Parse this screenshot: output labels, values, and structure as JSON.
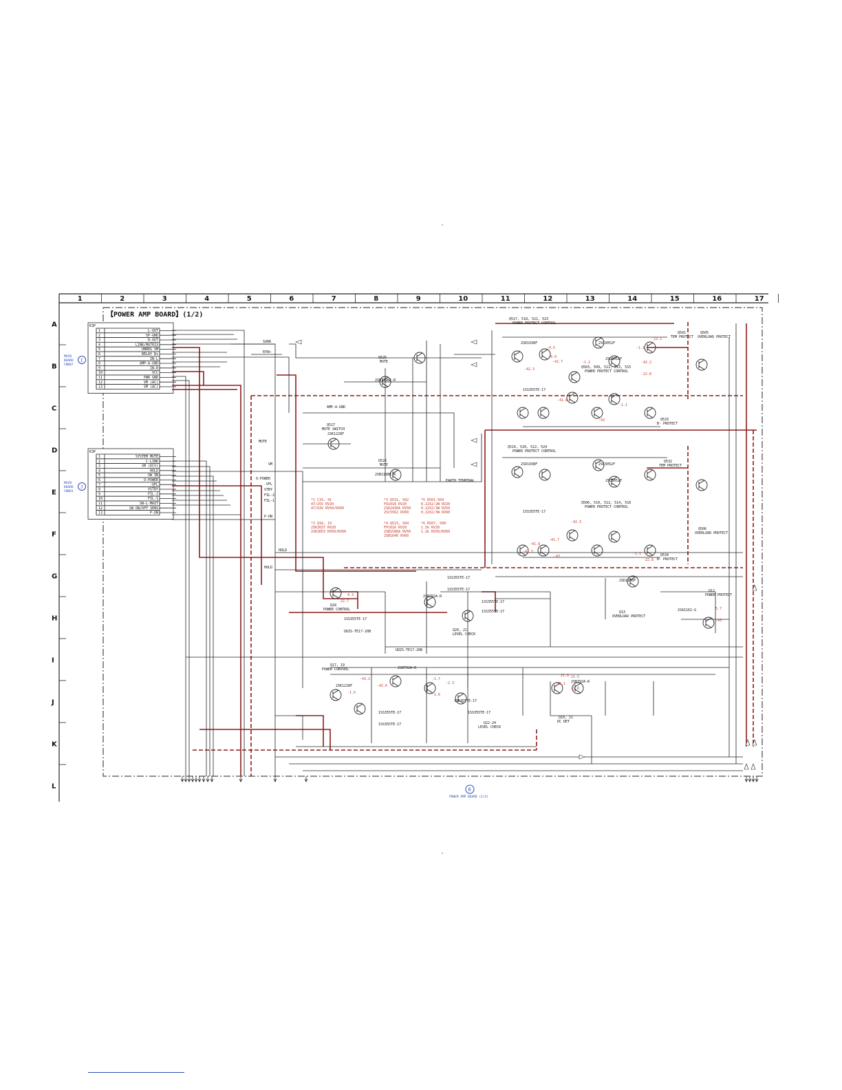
{
  "board_title": "【POWER AMP BOARD】(1/2)",
  "columns": [
    "1",
    "2",
    "3",
    "4",
    "5",
    "6",
    "7",
    "8",
    "9",
    "10",
    "11",
    "12",
    "13",
    "14",
    "15",
    "16",
    "17"
  ],
  "rows": [
    "A",
    "B",
    "C",
    "D",
    "E",
    "F",
    "G",
    "H",
    "I",
    "J",
    "K",
    "L"
  ],
  "connectors": [
    {
      "ref": "I",
      "label": "MAIN BOARD CN807",
      "header": "K3P",
      "pins": [
        {
          "n": "1",
          "name": "L-OUT"
        },
        {
          "n": "2",
          "name": "SP-GND"
        },
        {
          "n": "3",
          "name": "R-OUT"
        },
        {
          "n": "4",
          "name": "LINK/MATRIX"
        },
        {
          "n": "5",
          "name": "UNREG VM"
        },
        {
          "n": "6",
          "name": "RELAY B+"
        },
        {
          "n": "7",
          "name": "IN-L"
        },
        {
          "n": "8",
          "name": "AMP-A-GND"
        },
        {
          "n": "9",
          "name": "IN-R"
        },
        {
          "n": "10",
          "name": "VCC"
        },
        {
          "n": "11",
          "name": "PWR GND"
        },
        {
          "n": "12",
          "name": "VM (AC)"
        },
        {
          "n": "13",
          "name": "VM (AC)"
        }
      ]
    },
    {
      "ref": "J",
      "label": "MAIN BOARD CN801",
      "header": "K3P",
      "pins": [
        {
          "n": "1",
          "name": "SYSTEM MUTE"
        },
        {
          "n": "2",
          "name": "C-LINK"
        },
        {
          "n": "3",
          "name": "VM (DCV)"
        },
        {
          "n": "4",
          "name": "HOLD"
        },
        {
          "n": "5",
          "name": "SW IN"
        },
        {
          "n": "6",
          "name": "O-POWER"
        },
        {
          "n": "7",
          "name": "-VFL"
        },
        {
          "n": "8",
          "name": "VSTBY"
        },
        {
          "n": "9",
          "name": "FIL-2"
        },
        {
          "n": "10",
          "name": "FIL-1"
        },
        {
          "n": "11",
          "name": "SW-L-MAIT"
        },
        {
          "n": "12",
          "name": "SW ON/OFF SENS"
        },
        {
          "n": "13",
          "name": "P-ON"
        }
      ]
    }
  ],
  "net_labels": [
    "SURR",
    "RYB+",
    "MUTE",
    "VM",
    "O-POWER",
    "-VFL",
    "STBY",
    "FIL-2",
    "FIL-1",
    "P-ON",
    "HOLD",
    "AMP-A-GND",
    "EARTH TERMINAL"
  ],
  "blocks": [
    {
      "ref": "Q517, 518, 521, 523",
      "desc": "POWER PROTECT CONTROL"
    },
    {
      "ref": "Q501",
      "desc": "TEM PROTECT"
    },
    {
      "ref": "Q505",
      "desc": "OVERLOAD PROTECT"
    },
    {
      "ref": "Q525",
      "desc": "MUTE"
    },
    {
      "ref": "Q527",
      "desc": "MUTE SWITCH"
    },
    {
      "ref": "Q526",
      "desc": "MUTE"
    },
    {
      "ref": "Q503, 509, 511, 513, 515",
      "desc": "POWER PROTECT CONTROL"
    },
    {
      "ref": "Q533",
      "desc": "B- PROTECT"
    },
    {
      "ref": "Q516, 520, 522, 524",
      "desc": "POWER PROTECT CONTROL"
    },
    {
      "ref": "Q532",
      "desc": "TEM PROTECT"
    },
    {
      "ref": "Q506, 510, 512, 514, 516",
      "desc": "POWER PROTECT CONTROL"
    },
    {
      "ref": "Q506",
      "desc": "OVERLOAD PROTECT"
    },
    {
      "ref": "Q534",
      "desc": "B- PROTECT"
    },
    {
      "ref": "Q18",
      "desc": "POWER CONTROL"
    },
    {
      "ref": "Q20, 21",
      "desc": "LEVEL CHECK"
    },
    {
      "ref": "Q13",
      "desc": "OVERLOAD PROTECT"
    },
    {
      "ref": "Q12",
      "desc": "POWER PROTECT"
    },
    {
      "ref": "Q17, 19",
      "desc": "POWER CONTROL"
    },
    {
      "ref": "Q22-24",
      "desc": "LEVEL CHECK"
    },
    {
      "ref": "Q10, 11",
      "desc": "DC DET"
    }
  ],
  "parts_notes": [
    {
      "ref": "*1 C33, 41",
      "lines": [
        "47/25V RV20",
        "47/63V RV50/RV60"
      ]
    },
    {
      "ref": "*3 Q531, 502",
      "lines": [
        "FA1018 RV20",
        "2SD2430A RV50",
        "2SC5562 RV60"
      ]
    },
    {
      "ref": "*5 R501-504",
      "lines": [
        "0.22X2/2W RV20",
        "0.22X2/3W RV50",
        "0.22X2/3W RV60"
      ]
    },
    {
      "ref": "*2 Q18, 19",
      "lines": [
        "2SK3037 RV20",
        "2SK3053 RV50/RV60"
      ]
    },
    {
      "ref": "*4 Q523, 504",
      "lines": [
        "FP1016 RV20",
        "2SB1588A RV50",
        "2SB1640 RV60"
      ]
    },
    {
      "ref": "*6 R507, 508",
      "lines": [
        "1.5k RV20",
        "1.2k RV50/RV60"
      ]
    }
  ],
  "voltages": {
    "q501": [
      "23.1",
      "-1.1",
      "-42.2",
      "-22.8"
    ],
    "q_upper": [
      "-0.5",
      "-0.9",
      "-42.3",
      "-42.7",
      "-1.2",
      "-41.8",
      "-43",
      "-1.1"
    ],
    "q_lower": [
      "-42.5",
      "-41.8",
      "-43",
      "-41.7",
      "-42.3",
      "-22.8",
      "-1.1"
    ],
    "q17": [
      "-43.1",
      "-42.6",
      "-1.7",
      "-2.3",
      "-1.5",
      "-1.6"
    ],
    "q10": [
      "21.0",
      "25.1",
      "21.5",
      "21.6"
    ],
    "q18": [
      "22.7",
      "4.3"
    ],
    "q12": [
      "5.7",
      "-43"
    ]
  },
  "part_numbers": [
    "2SB1198K-R",
    "2SD1938F",
    "2SC3052F",
    "2SB709A",
    "2SA1235F",
    "1SS355TE-17",
    "UDZS-TE17-20B",
    "2SA1162-G",
    "2SC2412K",
    "2SK1228F",
    "2SB792A-R"
  ],
  "footer_ref": "6",
  "footer_label": "POWER AMP BOARD (2/2)",
  "colors": {
    "wire": "#222222",
    "power_trace": "#8b1a1a",
    "voltage_text": "#c0392b",
    "connector_mark": "#2b4bb3"
  }
}
